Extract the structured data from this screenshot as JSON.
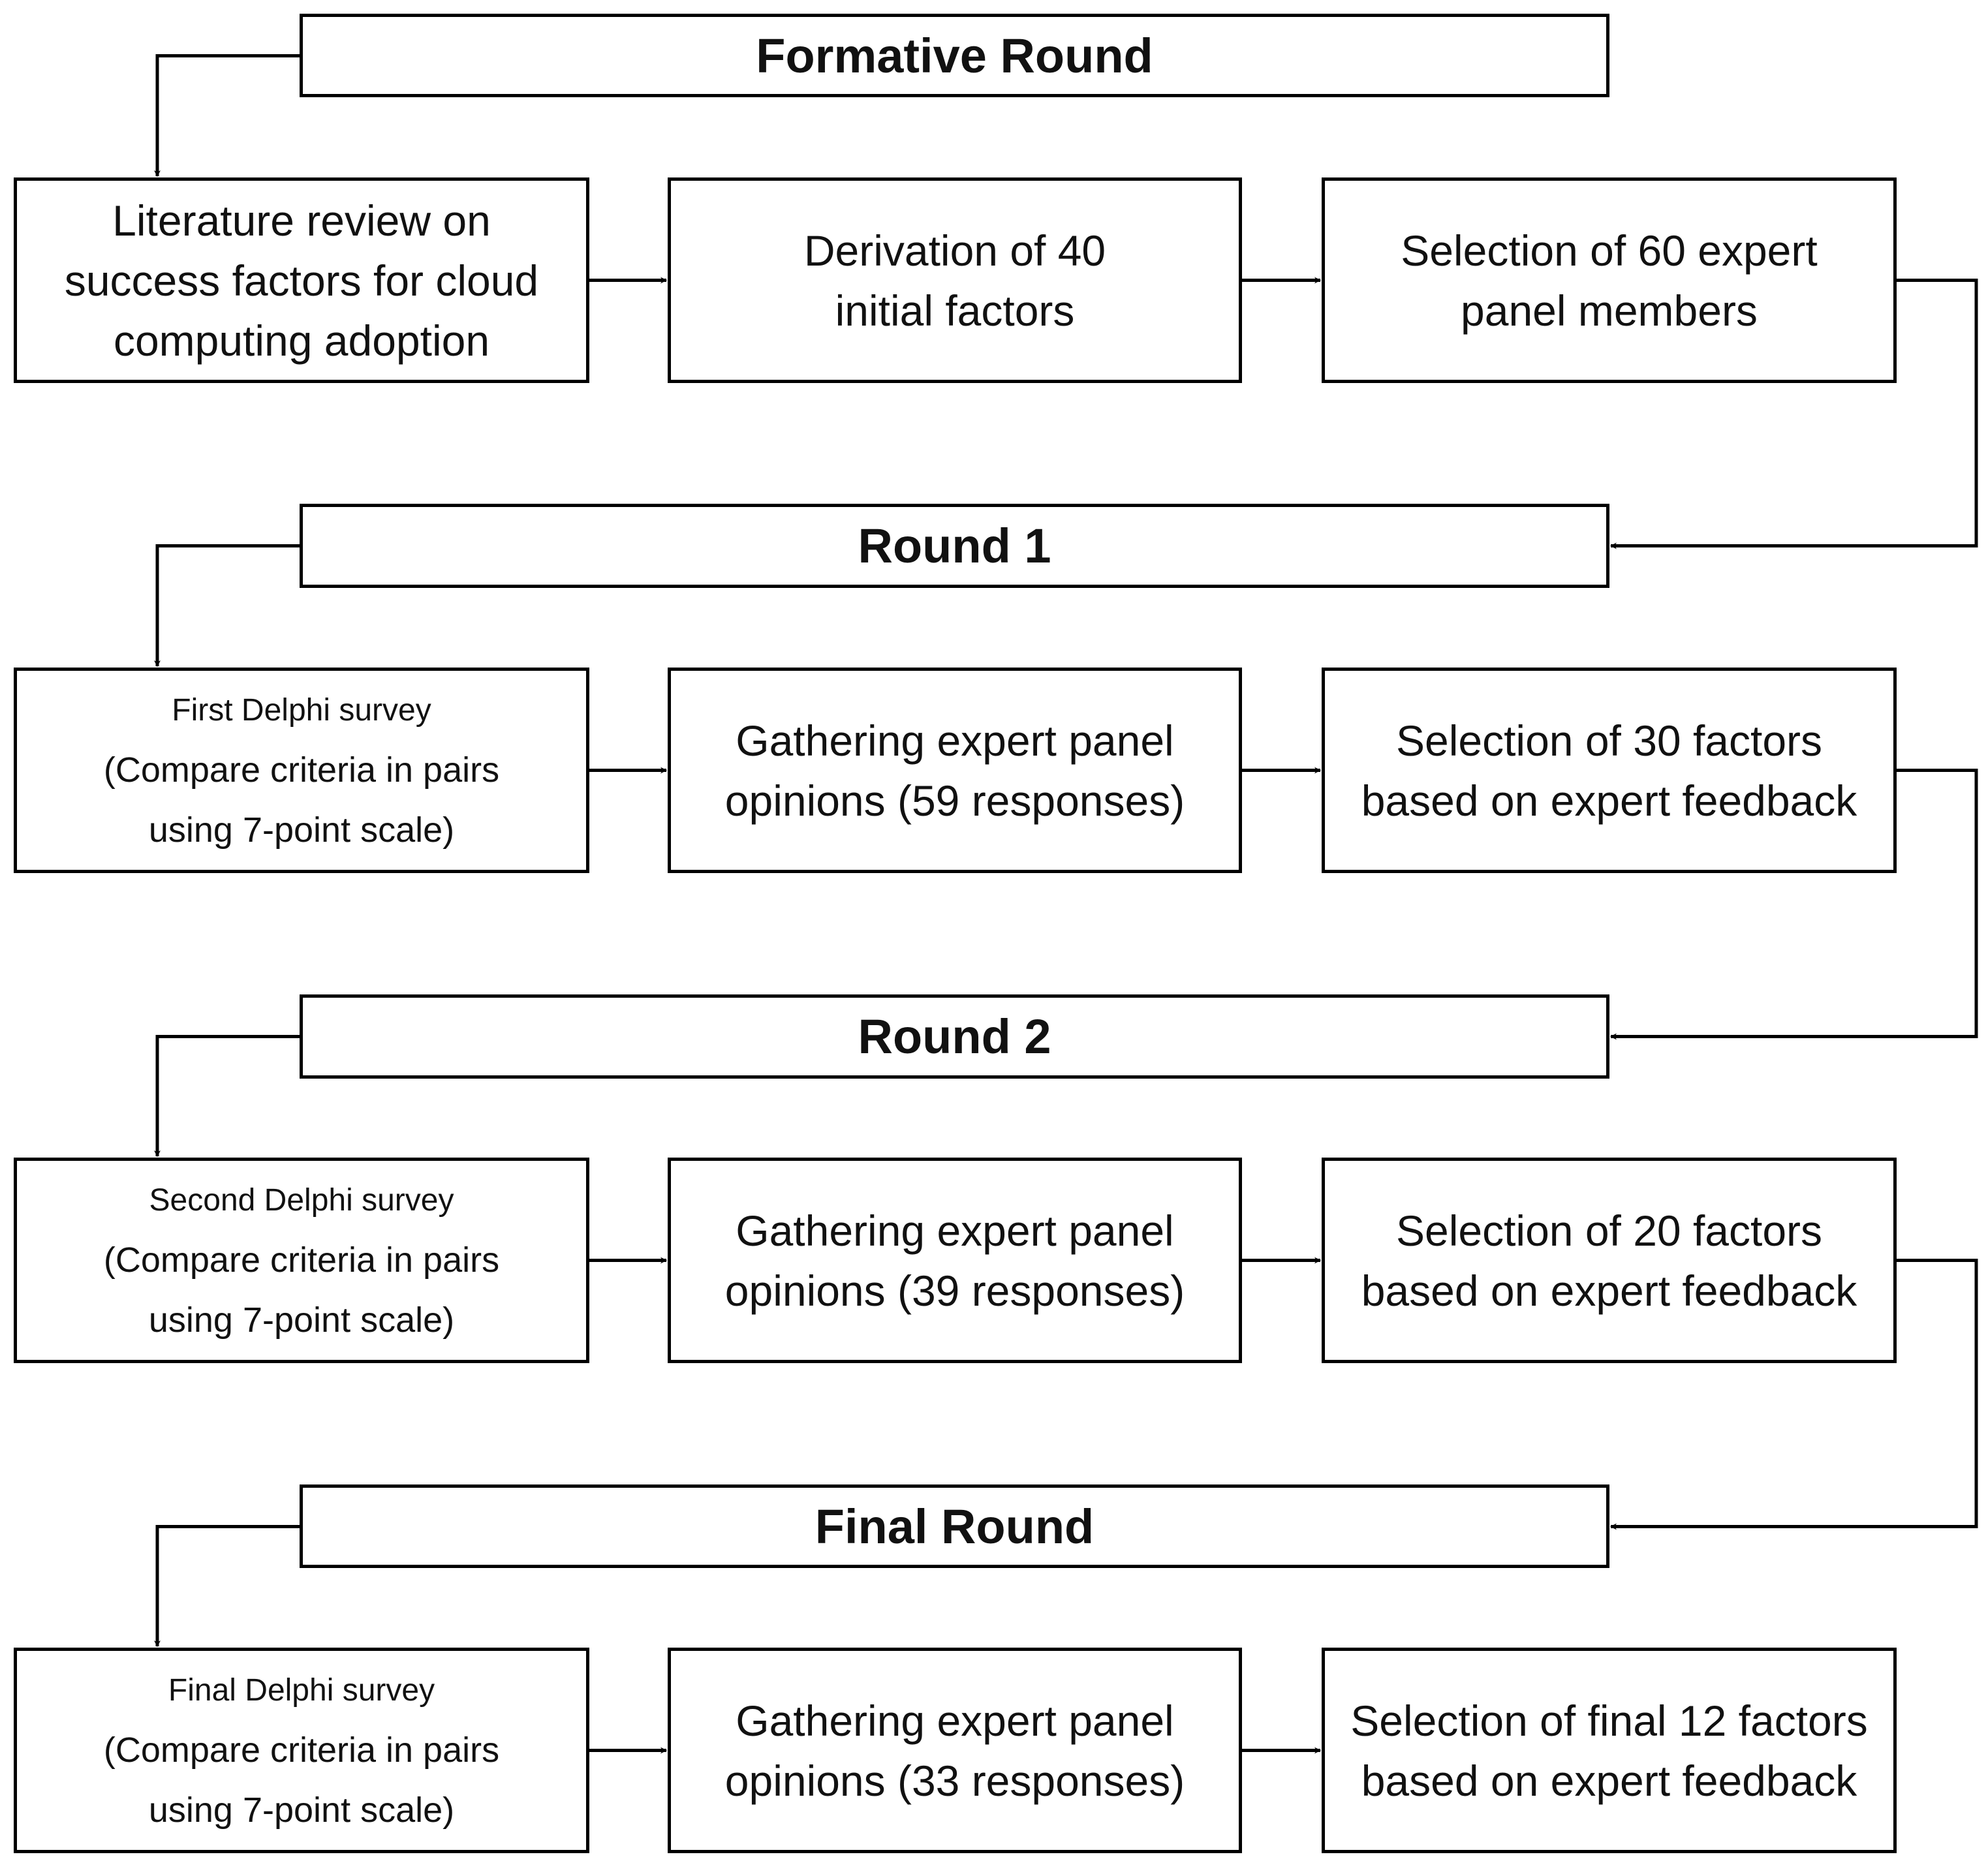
{
  "rounds": [
    {
      "title": "Formative Round",
      "steps": [
        {
          "lines": [
            "Literature review on",
            "success factors for cloud",
            "computing adoption"
          ]
        },
        {
          "lines": [
            "Derivation of 40",
            "initial factors"
          ]
        },
        {
          "lines": [
            "Selection of 60 expert",
            "panel members"
          ]
        }
      ]
    },
    {
      "title": "Round 1",
      "steps": [
        {
          "survey_title": "First Delphi survey",
          "lines": [
            "(Compare criteria in pairs",
            "using 7-point scale)"
          ]
        },
        {
          "lines": [
            "Gathering expert panel",
            "opinions (59 responses)"
          ]
        },
        {
          "lines": [
            "Selection of 30 factors",
            "based on expert feedback"
          ]
        }
      ]
    },
    {
      "title": "Round 2",
      "steps": [
        {
          "survey_title": "Second Delphi survey",
          "lines": [
            "(Compare criteria in pairs",
            "using 7-point scale)"
          ]
        },
        {
          "lines": [
            "Gathering expert panel",
            "opinions (39 responses)"
          ]
        },
        {
          "lines": [
            "Selection of 20 factors",
            "based on expert feedback"
          ]
        }
      ]
    },
    {
      "title": "Final Round",
      "steps": [
        {
          "survey_title": "Final Delphi survey",
          "lines": [
            "(Compare criteria in pairs",
            "using 7-point scale)"
          ]
        },
        {
          "lines": [
            "Gathering expert panel",
            "opinions (33 responses)"
          ]
        },
        {
          "lines": [
            "Selection of final 12 factors",
            "based on expert feedback"
          ]
        }
      ]
    }
  ]
}
